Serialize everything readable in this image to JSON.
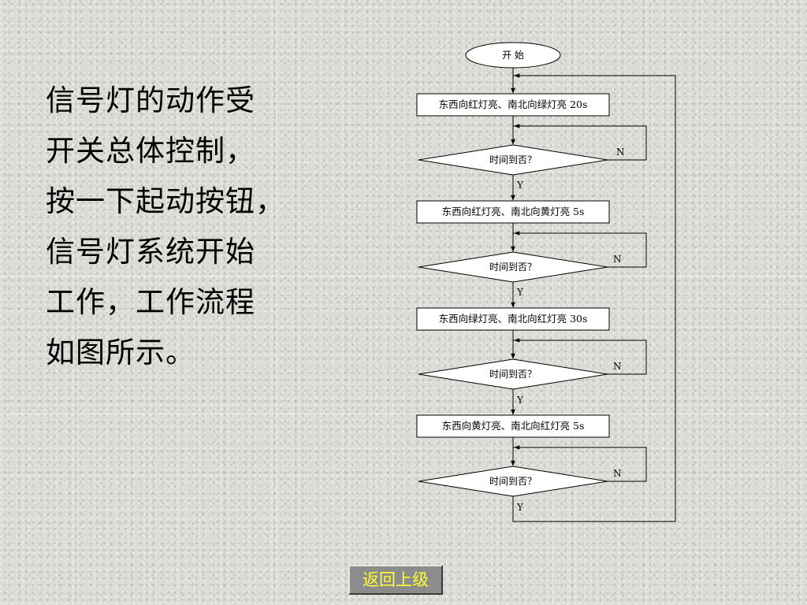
{
  "body_text": {
    "lines": [
      "信号灯的动作受",
      "开关总体控制，",
      "按一下起动按钮，",
      "信号灯系统开始",
      "工作，工作流程",
      "如图所示。"
    ]
  },
  "flowchart": {
    "start": "开  始",
    "steps": [
      {
        "action": "东西向红灯亮、南北向绿灯亮 20s",
        "decision": "时间到否？",
        "no": "N",
        "yes": "Y"
      },
      {
        "action": "东西向红灯亮、南北向黄灯亮 5s",
        "decision": "时间到否？",
        "no": "N",
        "yes": "Y"
      },
      {
        "action": "东西向绿灯亮、南北向红灯亮 30s",
        "decision": "时间到否？",
        "no": "N",
        "yes": "Y"
      },
      {
        "action": "东西向黄灯亮、南北向红灯亮 5s",
        "decision": "时间到否？",
        "no": "N",
        "yes": "Y"
      }
    ]
  },
  "back_button": {
    "label": "返回上级"
  },
  "colors": {
    "button_text": "#ffff33",
    "button_bg": "#8c8c8c",
    "background": "#dcdbd6"
  }
}
